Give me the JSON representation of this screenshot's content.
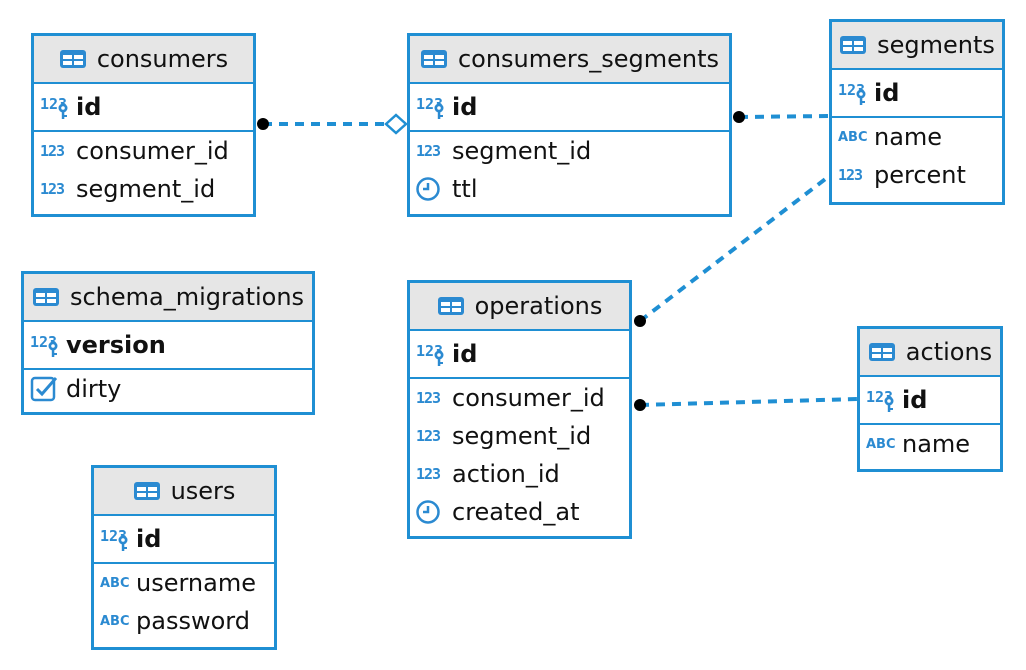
{
  "tables": {
    "consumers": {
      "title": "consumers",
      "pk": {
        "icon": "key-number-icon",
        "name": "id"
      },
      "columns": [
        {
          "icon": "number-icon",
          "name": "consumer_id"
        },
        {
          "icon": "number-icon",
          "name": "segment_id"
        }
      ]
    },
    "consumers_segments": {
      "title": "consumers_segments",
      "pk": {
        "icon": "key-number-icon",
        "name": "id"
      },
      "columns": [
        {
          "icon": "number-icon",
          "name": "segment_id"
        },
        {
          "icon": "clock-icon",
          "name": "ttl"
        }
      ]
    },
    "segments": {
      "title": "segments",
      "pk": {
        "icon": "key-number-icon",
        "name": "id"
      },
      "columns": [
        {
          "icon": "text-icon",
          "name": "name"
        },
        {
          "icon": "number-icon",
          "name": "percent"
        }
      ]
    },
    "schema_migrations": {
      "title": "schema_migrations",
      "pk": {
        "icon": "key-number-icon",
        "name": "version"
      },
      "columns": [
        {
          "icon": "checkbox-icon",
          "name": "dirty"
        }
      ]
    },
    "operations": {
      "title": "operations",
      "pk": {
        "icon": "key-number-icon",
        "name": "id"
      },
      "columns": [
        {
          "icon": "number-icon",
          "name": "consumer_id"
        },
        {
          "icon": "number-icon",
          "name": "segment_id"
        },
        {
          "icon": "number-icon",
          "name": "action_id"
        },
        {
          "icon": "clock-icon",
          "name": "created_at"
        }
      ]
    },
    "actions": {
      "title": "actions",
      "pk": {
        "icon": "key-number-icon",
        "name": "id"
      },
      "columns": [
        {
          "icon": "text-icon",
          "name": "name"
        }
      ]
    },
    "users": {
      "title": "users",
      "pk": {
        "icon": "key-number-icon",
        "name": "id"
      },
      "columns": [
        {
          "icon": "text-icon",
          "name": "username"
        },
        {
          "icon": "text-icon",
          "name": "password"
        }
      ]
    }
  },
  "icon_text": {
    "number": "123",
    "text": "ABC"
  },
  "relations": [
    {
      "from": "consumers",
      "to": "consumers_segments",
      "end_marker": "hollow-diamond"
    },
    {
      "from": "consumers_segments",
      "to": "segments"
    },
    {
      "from": "operations",
      "to": "segments"
    },
    {
      "from": "operations",
      "to": "actions"
    }
  ],
  "colors": {
    "accent": "#1f8fd3",
    "header_bg": "#e6e6e6",
    "line": "#1f8fd3"
  }
}
